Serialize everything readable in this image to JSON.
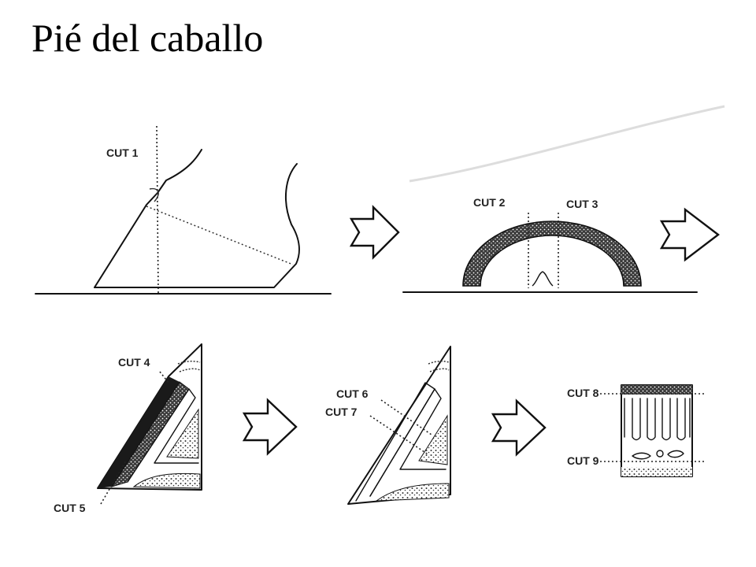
{
  "title": "Pié del caballo",
  "labels": {
    "cut1": "CUT 1",
    "cut2": "CUT 2",
    "cut3": "CUT 3",
    "cut4": "CUT 4",
    "cut5": "CUT 5",
    "cut6": "CUT 6",
    "cut7": "CUT 7",
    "cut8": "CUT 8",
    "cut9": "CUT 9"
  },
  "icons": {
    "arrow": "right-arrow-icon"
  }
}
